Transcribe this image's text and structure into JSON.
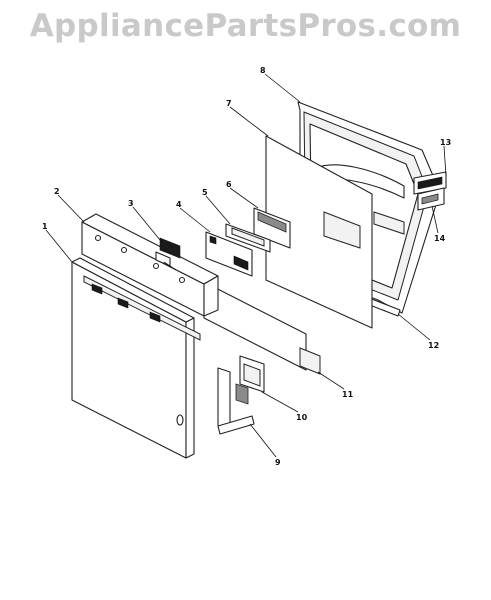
{
  "watermark": "AppliancePartsPros.com",
  "callouts": [
    {
      "id": "1",
      "label": "1"
    },
    {
      "id": "2",
      "label": "2"
    },
    {
      "id": "3",
      "label": "3"
    },
    {
      "id": "4",
      "label": "4"
    },
    {
      "id": "5",
      "label": "5"
    },
    {
      "id": "6",
      "label": "6"
    },
    {
      "id": "7",
      "label": "7"
    },
    {
      "id": "8",
      "label": "8"
    },
    {
      "id": "9",
      "label": "9"
    },
    {
      "id": "10",
      "label": "10"
    },
    {
      "id": "11",
      "label": "11"
    },
    {
      "id": "12",
      "label": "12"
    },
    {
      "id": "13",
      "label": "13"
    },
    {
      "id": "14",
      "label": "14"
    }
  ]
}
